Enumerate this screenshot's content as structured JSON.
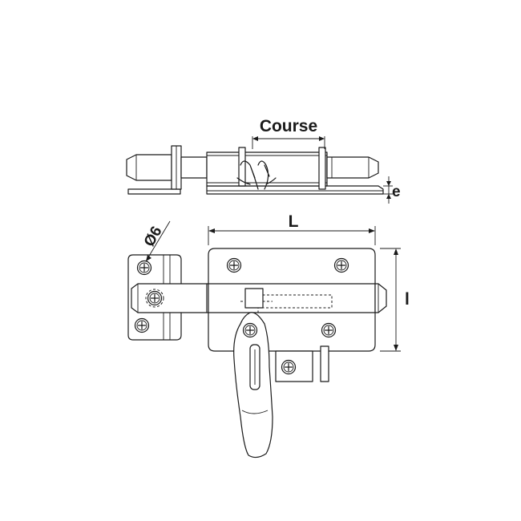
{
  "labels": {
    "course": "Course",
    "e": "e",
    "diameter": "Ø6",
    "L": "L",
    "l": "l"
  }
}
